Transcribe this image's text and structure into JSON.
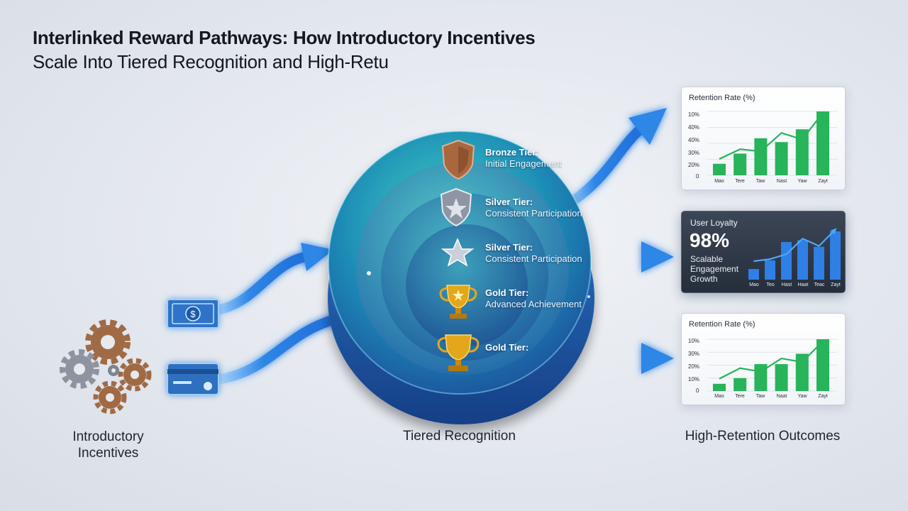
{
  "title": {
    "line1": "Interlinked Reward Pathways: How Introductory Incentives",
    "line2": "Scale Into Tiered Recognition and High-Retu"
  },
  "stages": {
    "left": "Introductory\nIncentives",
    "center": "Tiered Recognition",
    "right": "High-Retention Outcomes"
  },
  "tiers": [
    {
      "title": "Bronze Tier:",
      "desc": "Initial Engagement",
      "icon": "bronze-shield-icon"
    },
    {
      "title": "Silver Tier:",
      "desc": "Consistent Participation",
      "icon": "silver-star-shield-icon"
    },
    {
      "title": "Silver Tier:",
      "desc": "Consistent Participation",
      "icon": "silver-star-icon"
    },
    {
      "title": "Gold Tier:",
      "desc": "Advanced Achievement",
      "icon": "gold-trophy-icon"
    },
    {
      "title": "Gold Tier:",
      "desc": "",
      "icon": "gold-trophy-icon"
    }
  ],
  "incentive_icons": [
    "gears-icon",
    "cash-bill-icon",
    "credit-card-icon"
  ],
  "colors": {
    "arrow": "#2f86e6",
    "ring_teal": "#2cc4b6",
    "ring_blue": "#1f5fae",
    "bar_green": "#27b45a",
    "bar_blue": "#2f7fe6",
    "bronze": "#a8673f",
    "silver": "#8e96a3",
    "gold": "#e3a71c"
  },
  "panels": [
    {
      "style": "light",
      "title": "Retention Rate (%)",
      "yticks": [
        "10%",
        "40%",
        "40%",
        "30%",
        "20%",
        "0"
      ],
      "xlabels": [
        "Mao",
        "Tere",
        "Taw",
        "Nast",
        "Yaw",
        "Zayt"
      ],
      "bar_values": [
        0.18,
        0.34,
        0.58,
        0.52,
        0.72,
        1.0
      ],
      "line_values": [
        0.3,
        0.48,
        0.44,
        0.78,
        0.66,
        1.15
      ]
    },
    {
      "style": "dark",
      "title": "User Loyalty",
      "big": "98%",
      "subtitle": "Scalable Engagement Growth",
      "xlabels": [
        "Mao",
        "Teo",
        "Hast",
        "Haat",
        "Teac",
        "Zayt"
      ],
      "bar_values": [
        0.22,
        0.4,
        0.78,
        0.82,
        0.68,
        1.0
      ],
      "line_values": [
        0.45,
        0.5,
        0.62,
        1.0,
        0.82,
        1.22
      ]
    },
    {
      "style": "light",
      "title": "Retention Rate (%)",
      "yticks": [
        "10%",
        "30%",
        "20%",
        "10%",
        "0"
      ],
      "xlabels": [
        "Mao",
        "Tere",
        "Taw",
        "Naat",
        "Yaw",
        "Zayt"
      ],
      "bar_values": [
        0.14,
        0.25,
        0.52,
        0.52,
        0.72,
        1.0
      ],
      "line_values": [
        0.28,
        0.52,
        0.44,
        0.74,
        0.66,
        1.13
      ]
    }
  ]
}
